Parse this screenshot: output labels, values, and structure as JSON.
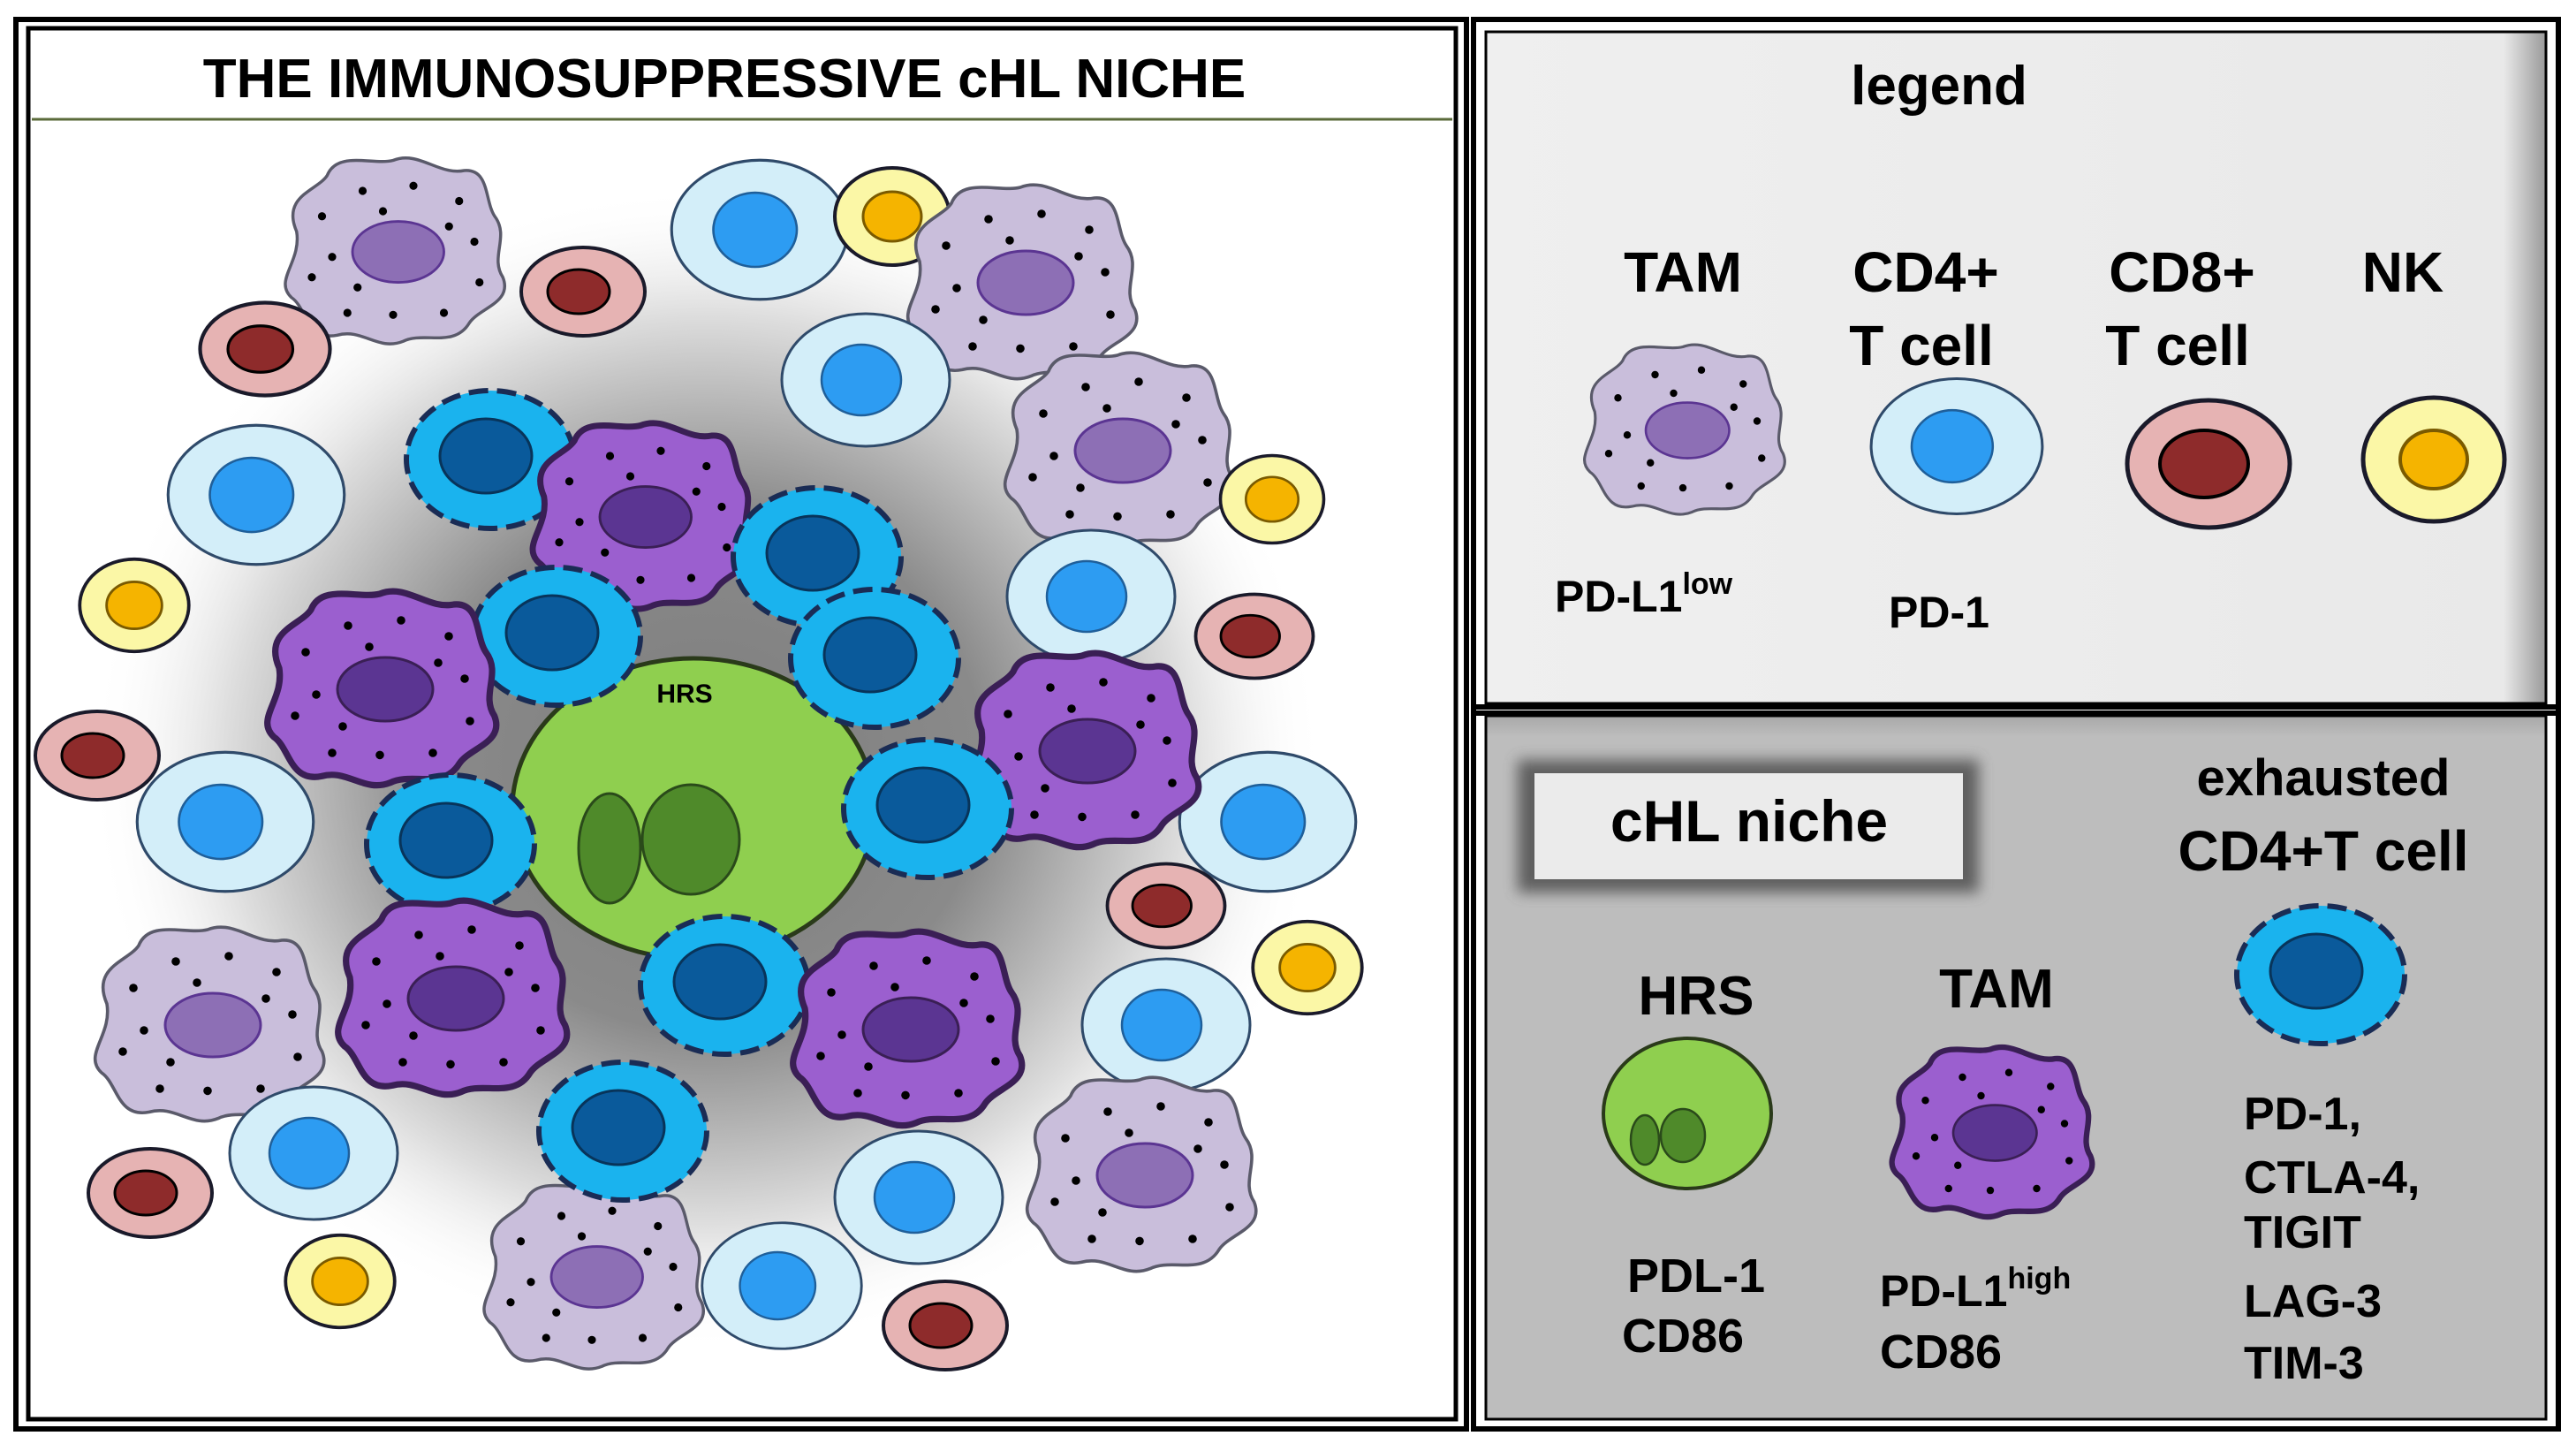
{
  "niche_panel": {
    "title": "THE IMMUNOSUPPRESSIVE cHL NICHE",
    "center_cell_label": "HRS"
  },
  "legend_panel": {
    "heading": "legend",
    "cells": [
      {
        "name_lines": [
          "TAM"
        ],
        "marker": "PD-L1",
        "marker_sup": "low"
      },
      {
        "name_lines": [
          "CD4+",
          "T cell"
        ],
        "marker": "PD-1",
        "marker_sup": ""
      },
      {
        "name_lines": [
          "CD8+",
          "T cell"
        ],
        "marker": "",
        "marker_sup": ""
      },
      {
        "name_lines": [
          "NK"
        ],
        "marker": "",
        "marker_sup": ""
      }
    ]
  },
  "chl_niche_panel": {
    "heading": "cHL niche",
    "hrs": {
      "title": "HRS",
      "marker_lines": [
        "PDL-1",
        "CD86"
      ]
    },
    "tam": {
      "title": "TAM",
      "marker": "PD-L1",
      "marker_sup": "high",
      "marker_line2": "CD86"
    },
    "exhausted": {
      "title_lines": [
        "exhausted",
        "CD4+T cell"
      ],
      "marker_lines": [
        "PD-1,",
        "CTLA-4,",
        "TIGIT",
        "LAG-3",
        "TIM-3"
      ]
    }
  },
  "colors": {
    "tam_light": "#c9bedb",
    "tam_light_nucleus": "#8d6fb5",
    "tam_active": "#9b5fcf",
    "tam_active_nucleus": "#5b3592",
    "cd4_body": "#d3eef9",
    "cd4_nucleus": "#2d9cf2",
    "cd8_body": "#e6b3b3",
    "cd8_nucleus": "#8e2b2b",
    "nk_body": "#fbf7a6",
    "nk_nucleus": "#f5b400",
    "exhausted_body": "#1ab3ee",
    "exhausted_nucleus": "#0a5a9b",
    "hrs_body": "#8fcf4f",
    "hrs_nucleus": "#4f8a2a",
    "legend_bg": "#efefef",
    "niche_bg": "#bdbdbd"
  }
}
